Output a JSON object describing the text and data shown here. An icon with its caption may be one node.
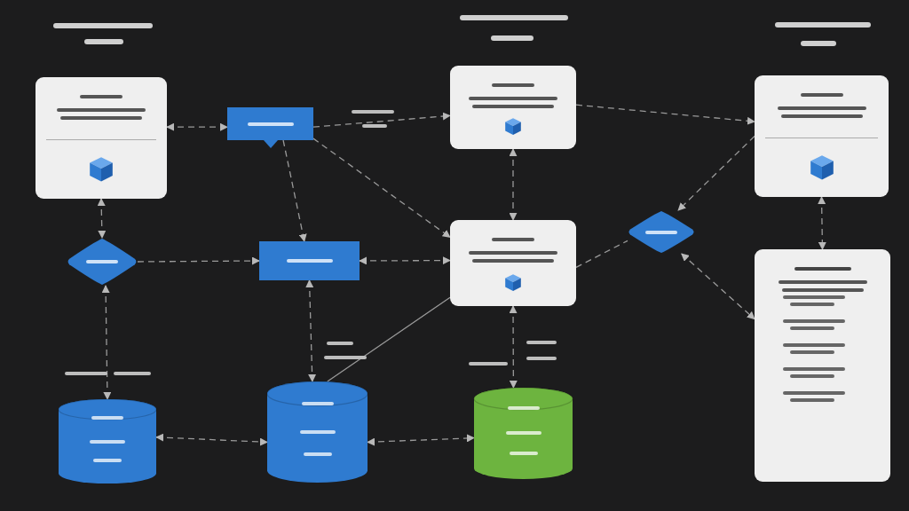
{
  "diagram": {
    "nodes": [
      {
        "text": [],
        "shape": "box"
      },
      {
        "text": [],
        "shape": "box"
      },
      {
        "text": [],
        "shape": "box"
      },
      {
        "text": [],
        "shape": "box"
      },
      {
        "text": [],
        "shape": "diamond"
      },
      {
        "text": [],
        "shape": "box"
      },
      {
        "text": [],
        "shape": "box"
      },
      {
        "text": [],
        "shape": "diamond"
      },
      {
        "text": [],
        "shape": "box"
      },
      {
        "text": [],
        "shape": "cylinder"
      },
      {
        "text": [],
        "shape": "cylinder"
      },
      {
        "text": [],
        "shape": "cylinder"
      }
    ],
    "edges": [
      {
        "from": 0,
        "to": 1,
        "arrow": "both",
        "style": "dashed"
      },
      {
        "from": 1,
        "to": 2,
        "arrow": "to",
        "style": "dashed"
      },
      {
        "from": 1,
        "to": 5,
        "arrow": "to",
        "style": "dashed"
      },
      {
        "from": 1,
        "to": 6,
        "arrow": "to",
        "style": "dashed"
      },
      {
        "from": 2,
        "to": 3,
        "arrow": "to",
        "style": "dashed"
      },
      {
        "from": 2,
        "to": 6,
        "arrow": "both",
        "style": "dashed"
      },
      {
        "from": 0,
        "to": 4,
        "arrow": "both",
        "style": "dashed"
      },
      {
        "from": 4,
        "to": 5,
        "arrow": "to",
        "style": "dashed"
      },
      {
        "from": 5,
        "to": 6,
        "arrow": "both",
        "style": "dashed"
      },
      {
        "from": 6,
        "to": 7,
        "arrow": "none",
        "style": "dashed"
      },
      {
        "from": 3,
        "to": 7,
        "arrow": "to",
        "style": "dashed"
      },
      {
        "from": 3,
        "to": 8,
        "arrow": "both",
        "style": "dashed"
      },
      {
        "from": 7,
        "to": 8,
        "arrow": "both",
        "style": "dashed"
      },
      {
        "from": 4,
        "to": 9,
        "arrow": "both",
        "style": "dashed"
      },
      {
        "from": 5,
        "to": 10,
        "arrow": "both",
        "style": "dashed"
      },
      {
        "from": 10,
        "to": 11,
        "arrow": "both",
        "style": "dashed"
      },
      {
        "from": 9,
        "to": 10,
        "arrow": "both",
        "style": "dashed"
      },
      {
        "from": 6,
        "to": 11,
        "arrow": "both",
        "style": "dashed"
      },
      {
        "from": 10,
        "to": 6,
        "arrow": "none"
      }
    ]
  }
}
